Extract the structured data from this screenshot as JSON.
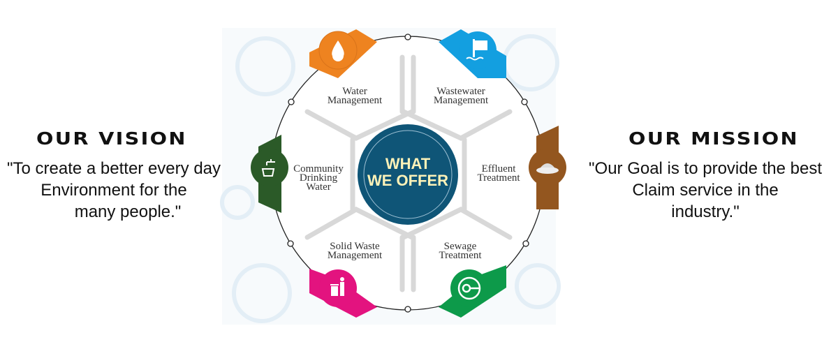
{
  "vision": {
    "heading": "OUR VISION",
    "quote": "\"To create a better every day\nEnvironment for the\n      many people.\""
  },
  "mission": {
    "heading": "OUR MISSION",
    "quote": "\"Our Goal is to provide the best\nClaim service in the\nindustry.\""
  },
  "center": {
    "line1": "WHAT",
    "line2": "WE OFFER",
    "color": "#0f5577"
  },
  "services": [
    {
      "line1": "Water",
      "line2": "Management",
      "line3": "",
      "icon": "water-drop-gear-icon",
      "color": "#ee8320"
    },
    {
      "line1": "Wastewater",
      "line2": "Management",
      "line3": "",
      "icon": "drain-pipe-icon",
      "color": "#139fe0"
    },
    {
      "line1": "Effluent",
      "line2": "Treatment",
      "line3": "",
      "icon": "effluent-icon",
      "color": "#93561f"
    },
    {
      "line1": "Sewage",
      "line2": "Treatment",
      "line3": "",
      "icon": "sewage-pipe-icon",
      "color": "#0d9a4a"
    },
    {
      "line1": "Solid Waste",
      "line2": "Management",
      "line3": "",
      "icon": "trash-bin-person-icon",
      "color": "#e3137f"
    },
    {
      "line1": "Community",
      "line2": "Drinking",
      "line3": "Water",
      "icon": "water-tap-icon",
      "color": "#2b5a28"
    }
  ]
}
